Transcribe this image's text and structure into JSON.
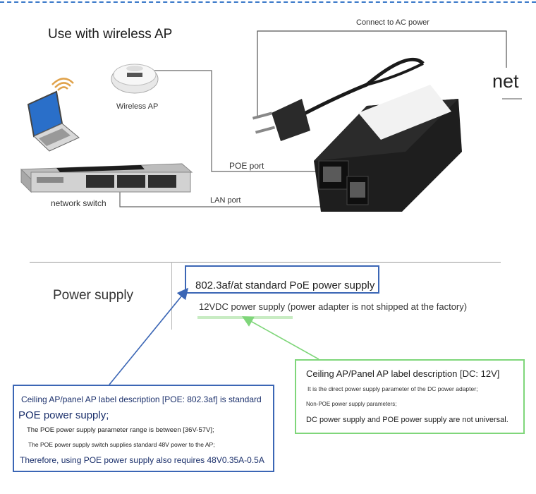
{
  "title": "Use with wireless AP",
  "labels": {
    "connect_ac": "Connect to AC power",
    "net": "net",
    "wireless_ap": "Wireless AP",
    "poe_port": "POE port",
    "lan_port": "LAN port",
    "network_switch": "network switch"
  },
  "power_supply": {
    "label": "Power supply",
    "standard": "802.3af/at standard PoE power supply",
    "dc": "12VDC power supply (power adapter is not shipped at the factory)"
  },
  "left_box": {
    "line1": "Ceiling AP/panel AP label description [POE: 802.3af] is standard",
    "line2": "POE power supply;",
    "line3": "The POE power supply parameter range is between [36V-57V];",
    "line4": "The POE power supply switch supplies standard 48V power to the AP;",
    "line5": "Therefore, using POE power supply also requires 48V0.35A-0.5A"
  },
  "right_box": {
    "line1": "Ceiling AP/Panel AP label description [DC: 12V]",
    "line2": "It is the direct power supply parameter of the DC power adapter;",
    "line3": "Non-POE power supply parameters;",
    "line4": "DC power supply and POE power supply are not universal."
  },
  "colors": {
    "blue": "#3b66b5",
    "green": "#7fd67a",
    "dashed_top": "#3a78c9"
  }
}
